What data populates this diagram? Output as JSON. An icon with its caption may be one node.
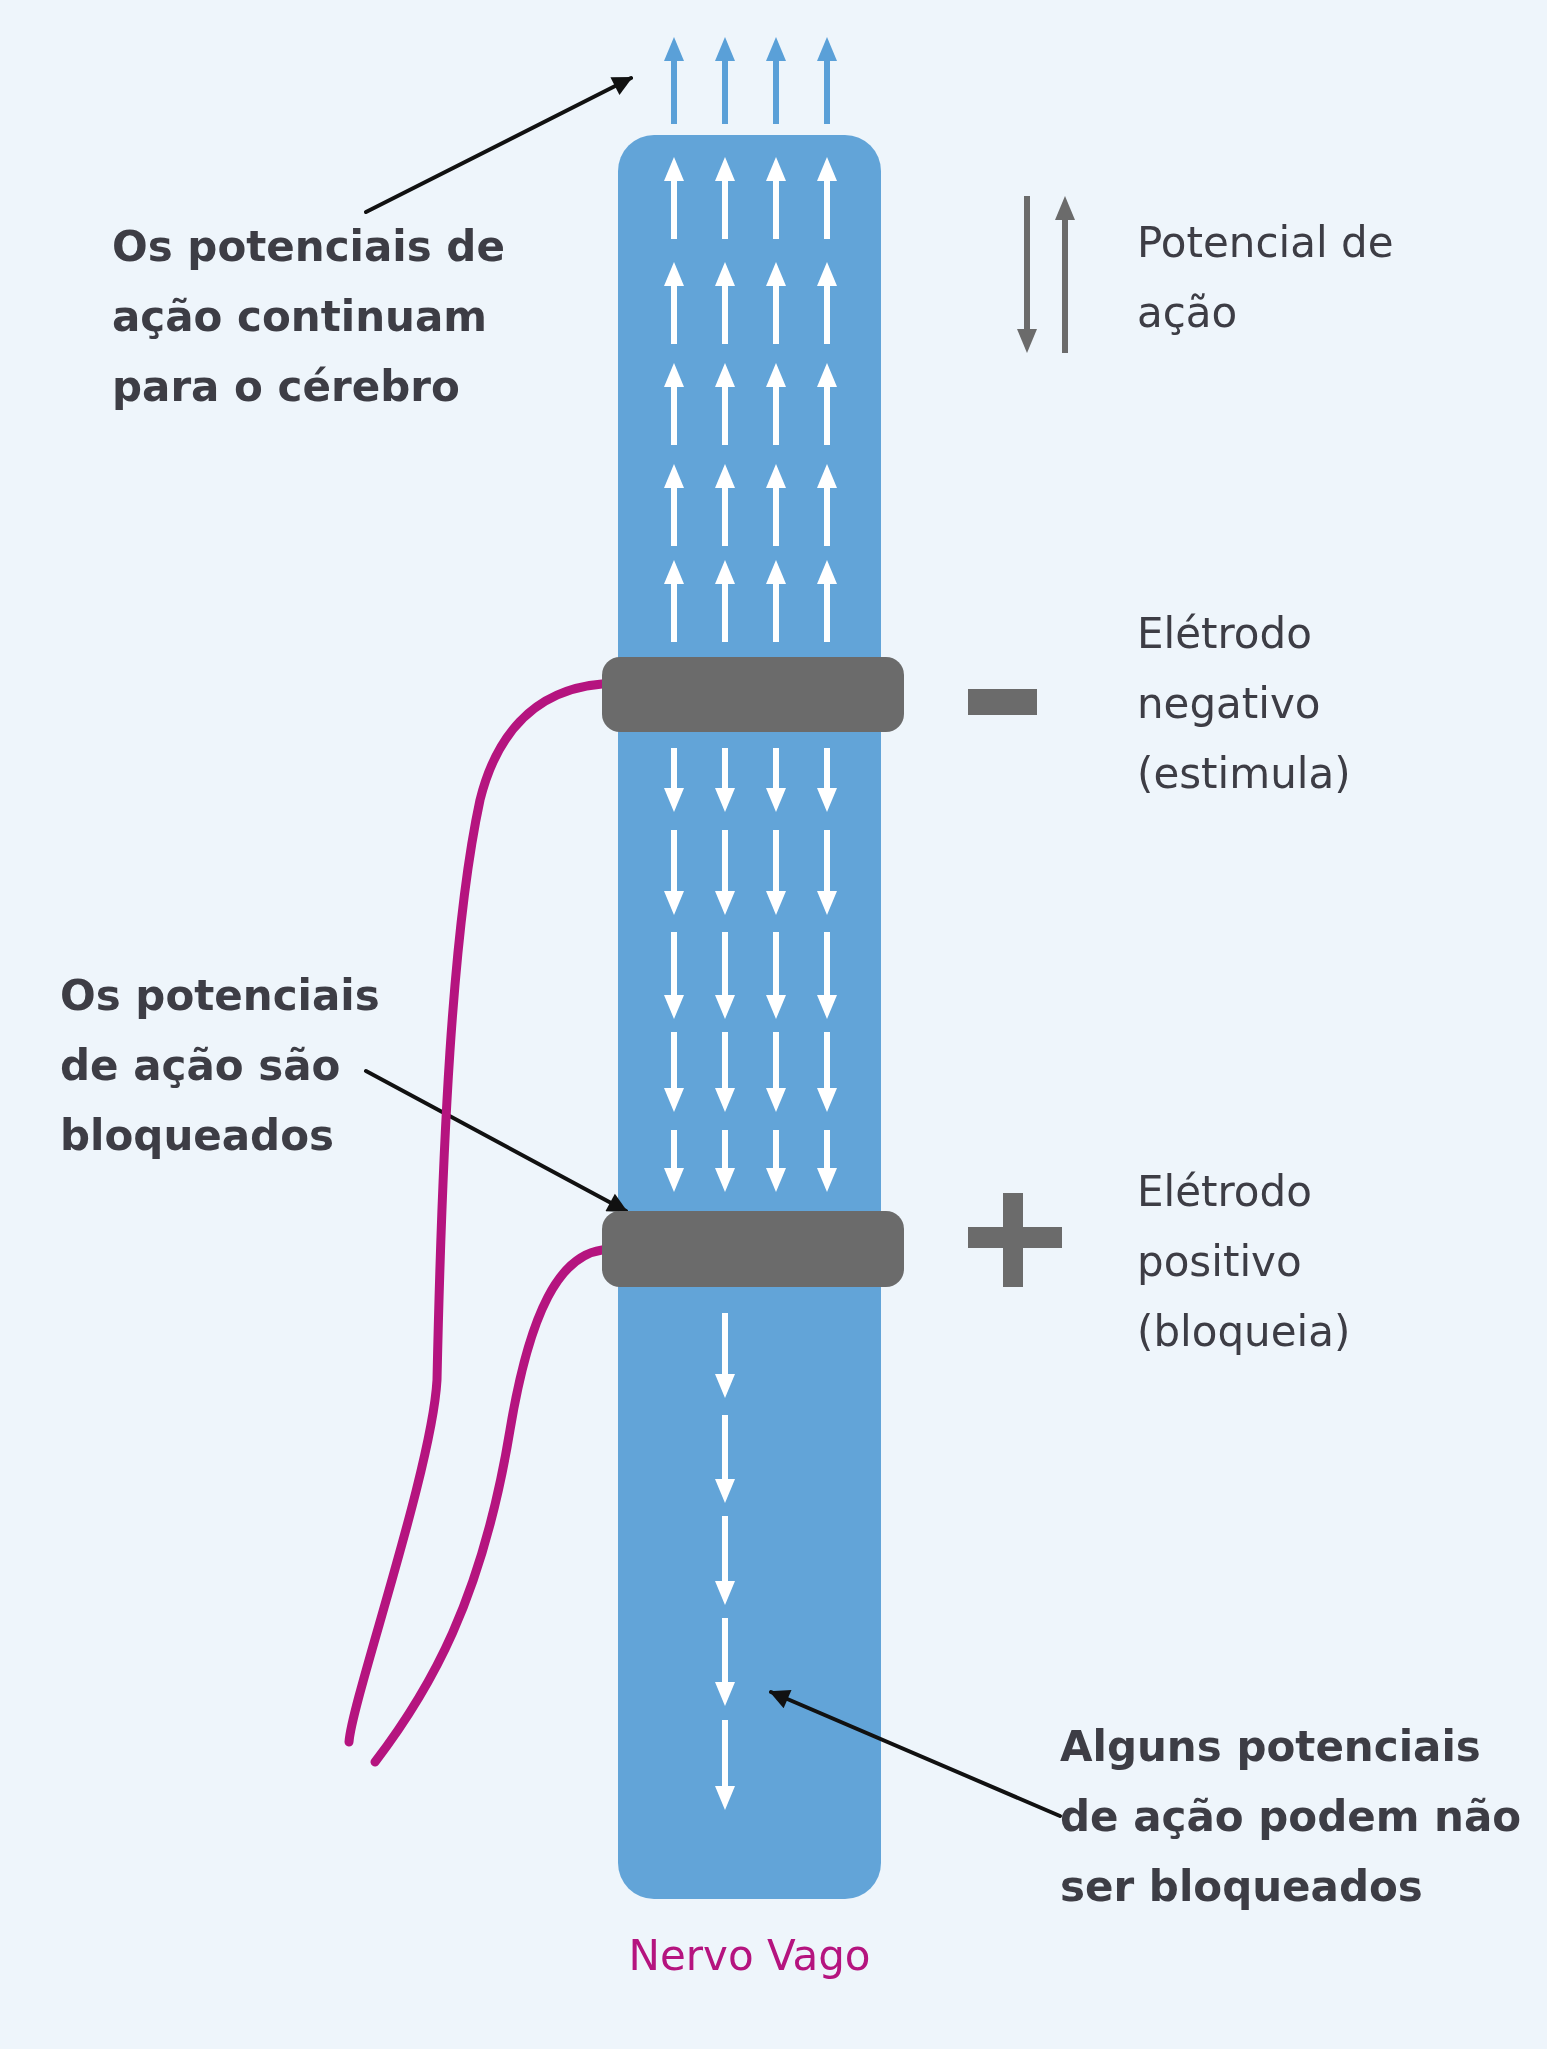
{
  "diagram": {
    "nodes": [
      {
        "text": [
          "Nervo Vago"
        ]
      },
      {
        "text": [],
        "shape": "bar"
      },
      {
        "text": [],
        "shape": "bar"
      },
      {
        "text": [
          "Os potenciais de ação continuam para o cérebro"
        ]
      },
      {
        "text": [
          "Os potenciais de ação são bloqueados"
        ]
      },
      {
        "text": [
          "Alguns potenciais de ação podem não ser bloqueados"
        ]
      }
    ],
    "edges": [
      {
        "from": 3,
        "to": 0,
        "arrow": "to"
      },
      {
        "from": 4,
        "to": 2,
        "arrow": "to"
      },
      {
        "from": 5,
        "to": 0,
        "arrow": "to"
      },
      {
        "from": 1,
        "to": null,
        "arrow": "none",
        "style": "thick",
        "color": "#b5147f"
      },
      {
        "from": 2,
        "to": null,
        "arrow": "none",
        "style": "thick",
        "color": "#b5147f"
      }
    ],
    "labels": [
      "Elétrodo negativo (estimula)",
      "Elétrodo positivo (bloqueia)"
    ],
    "legend": [
      {
        "text": "Potencial de ação"
      }
    ]
  }
}
